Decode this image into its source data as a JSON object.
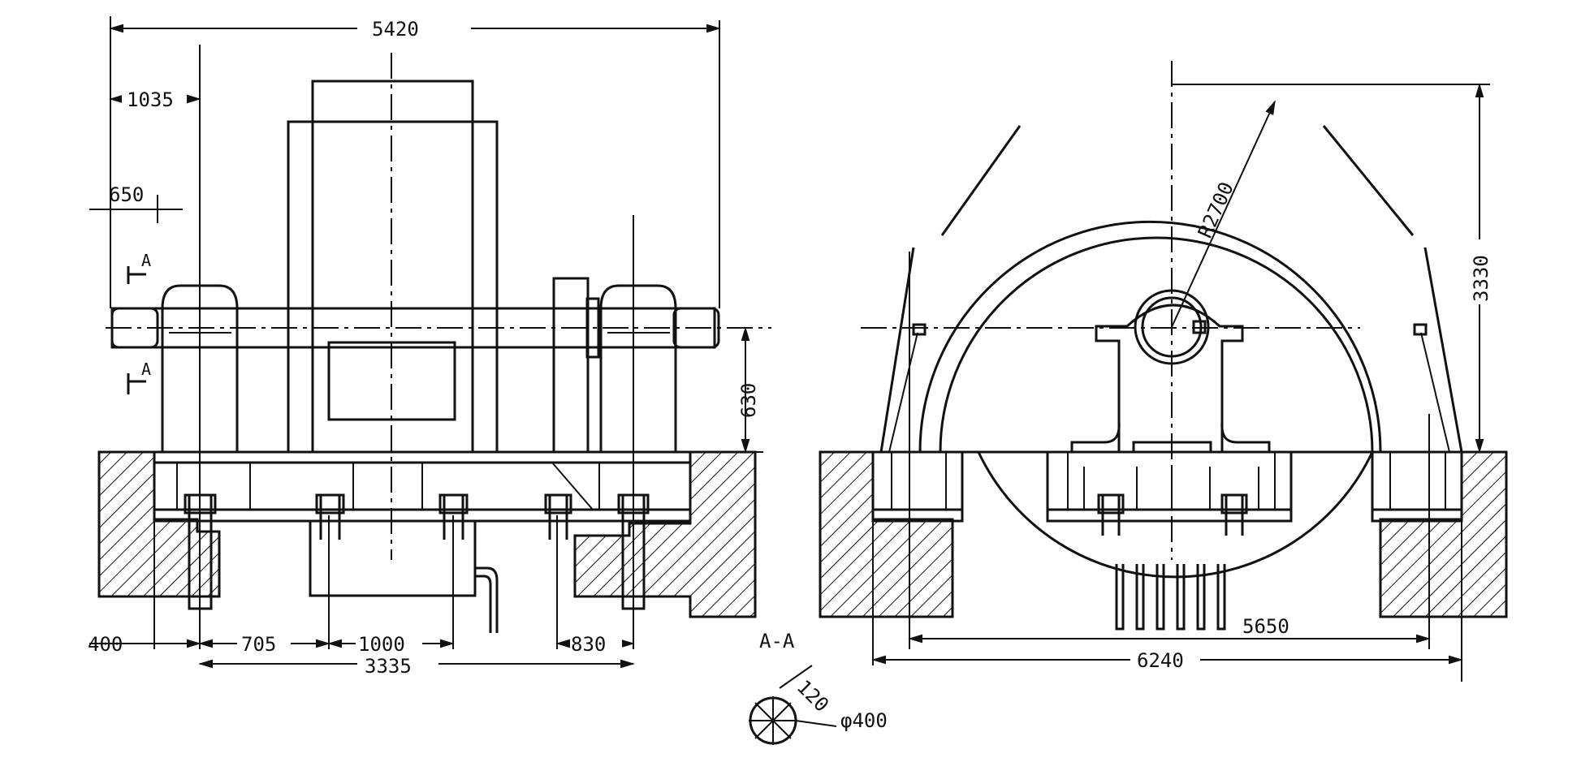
{
  "front_view": {
    "dims": {
      "overall_width": "5420",
      "shaft_offset": "1035",
      "shaft_end": "650",
      "shaft_height": "630",
      "bolt_edge": "400",
      "bolt_pitch_1": "705",
      "bolt_pitch_2": "1000",
      "bolt_pitch_3": "830",
      "bolt_span": "3335"
    },
    "section_marks": [
      "A",
      "A"
    ]
  },
  "side_view": {
    "dims": {
      "radius": "R2700",
      "overall_height": "3330",
      "inner_span": "5650",
      "overall_span": "6240"
    }
  },
  "detail": {
    "title": "A-A",
    "bolt_circle": "120",
    "diameter": "φ400"
  }
}
